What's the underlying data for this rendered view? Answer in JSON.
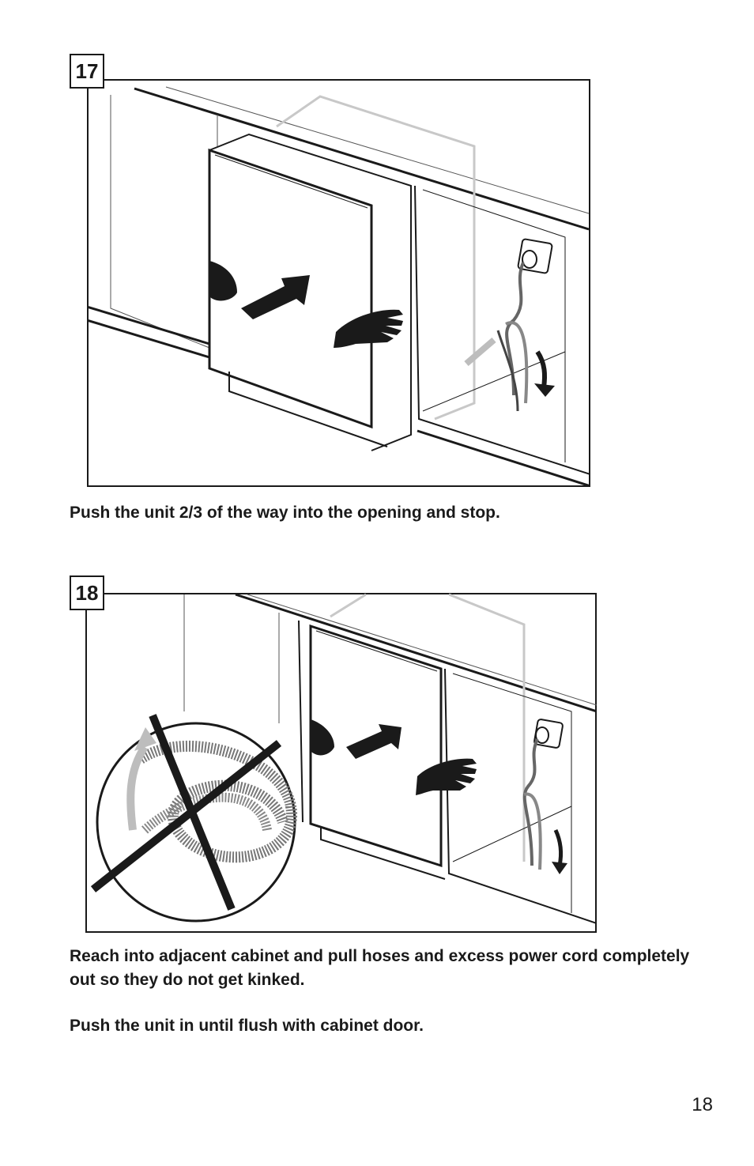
{
  "steps": [
    {
      "number": "17",
      "caption": "Push the unit 2/3 of the way into the opening and stop."
    },
    {
      "number": "18",
      "captions": [
        "Reach into adjacent cabinet and pull hoses and excess power cord completely out so they do not get kinked.",
        "Push the unit in until flush with cabinet door."
      ]
    }
  ],
  "page_number": "18"
}
